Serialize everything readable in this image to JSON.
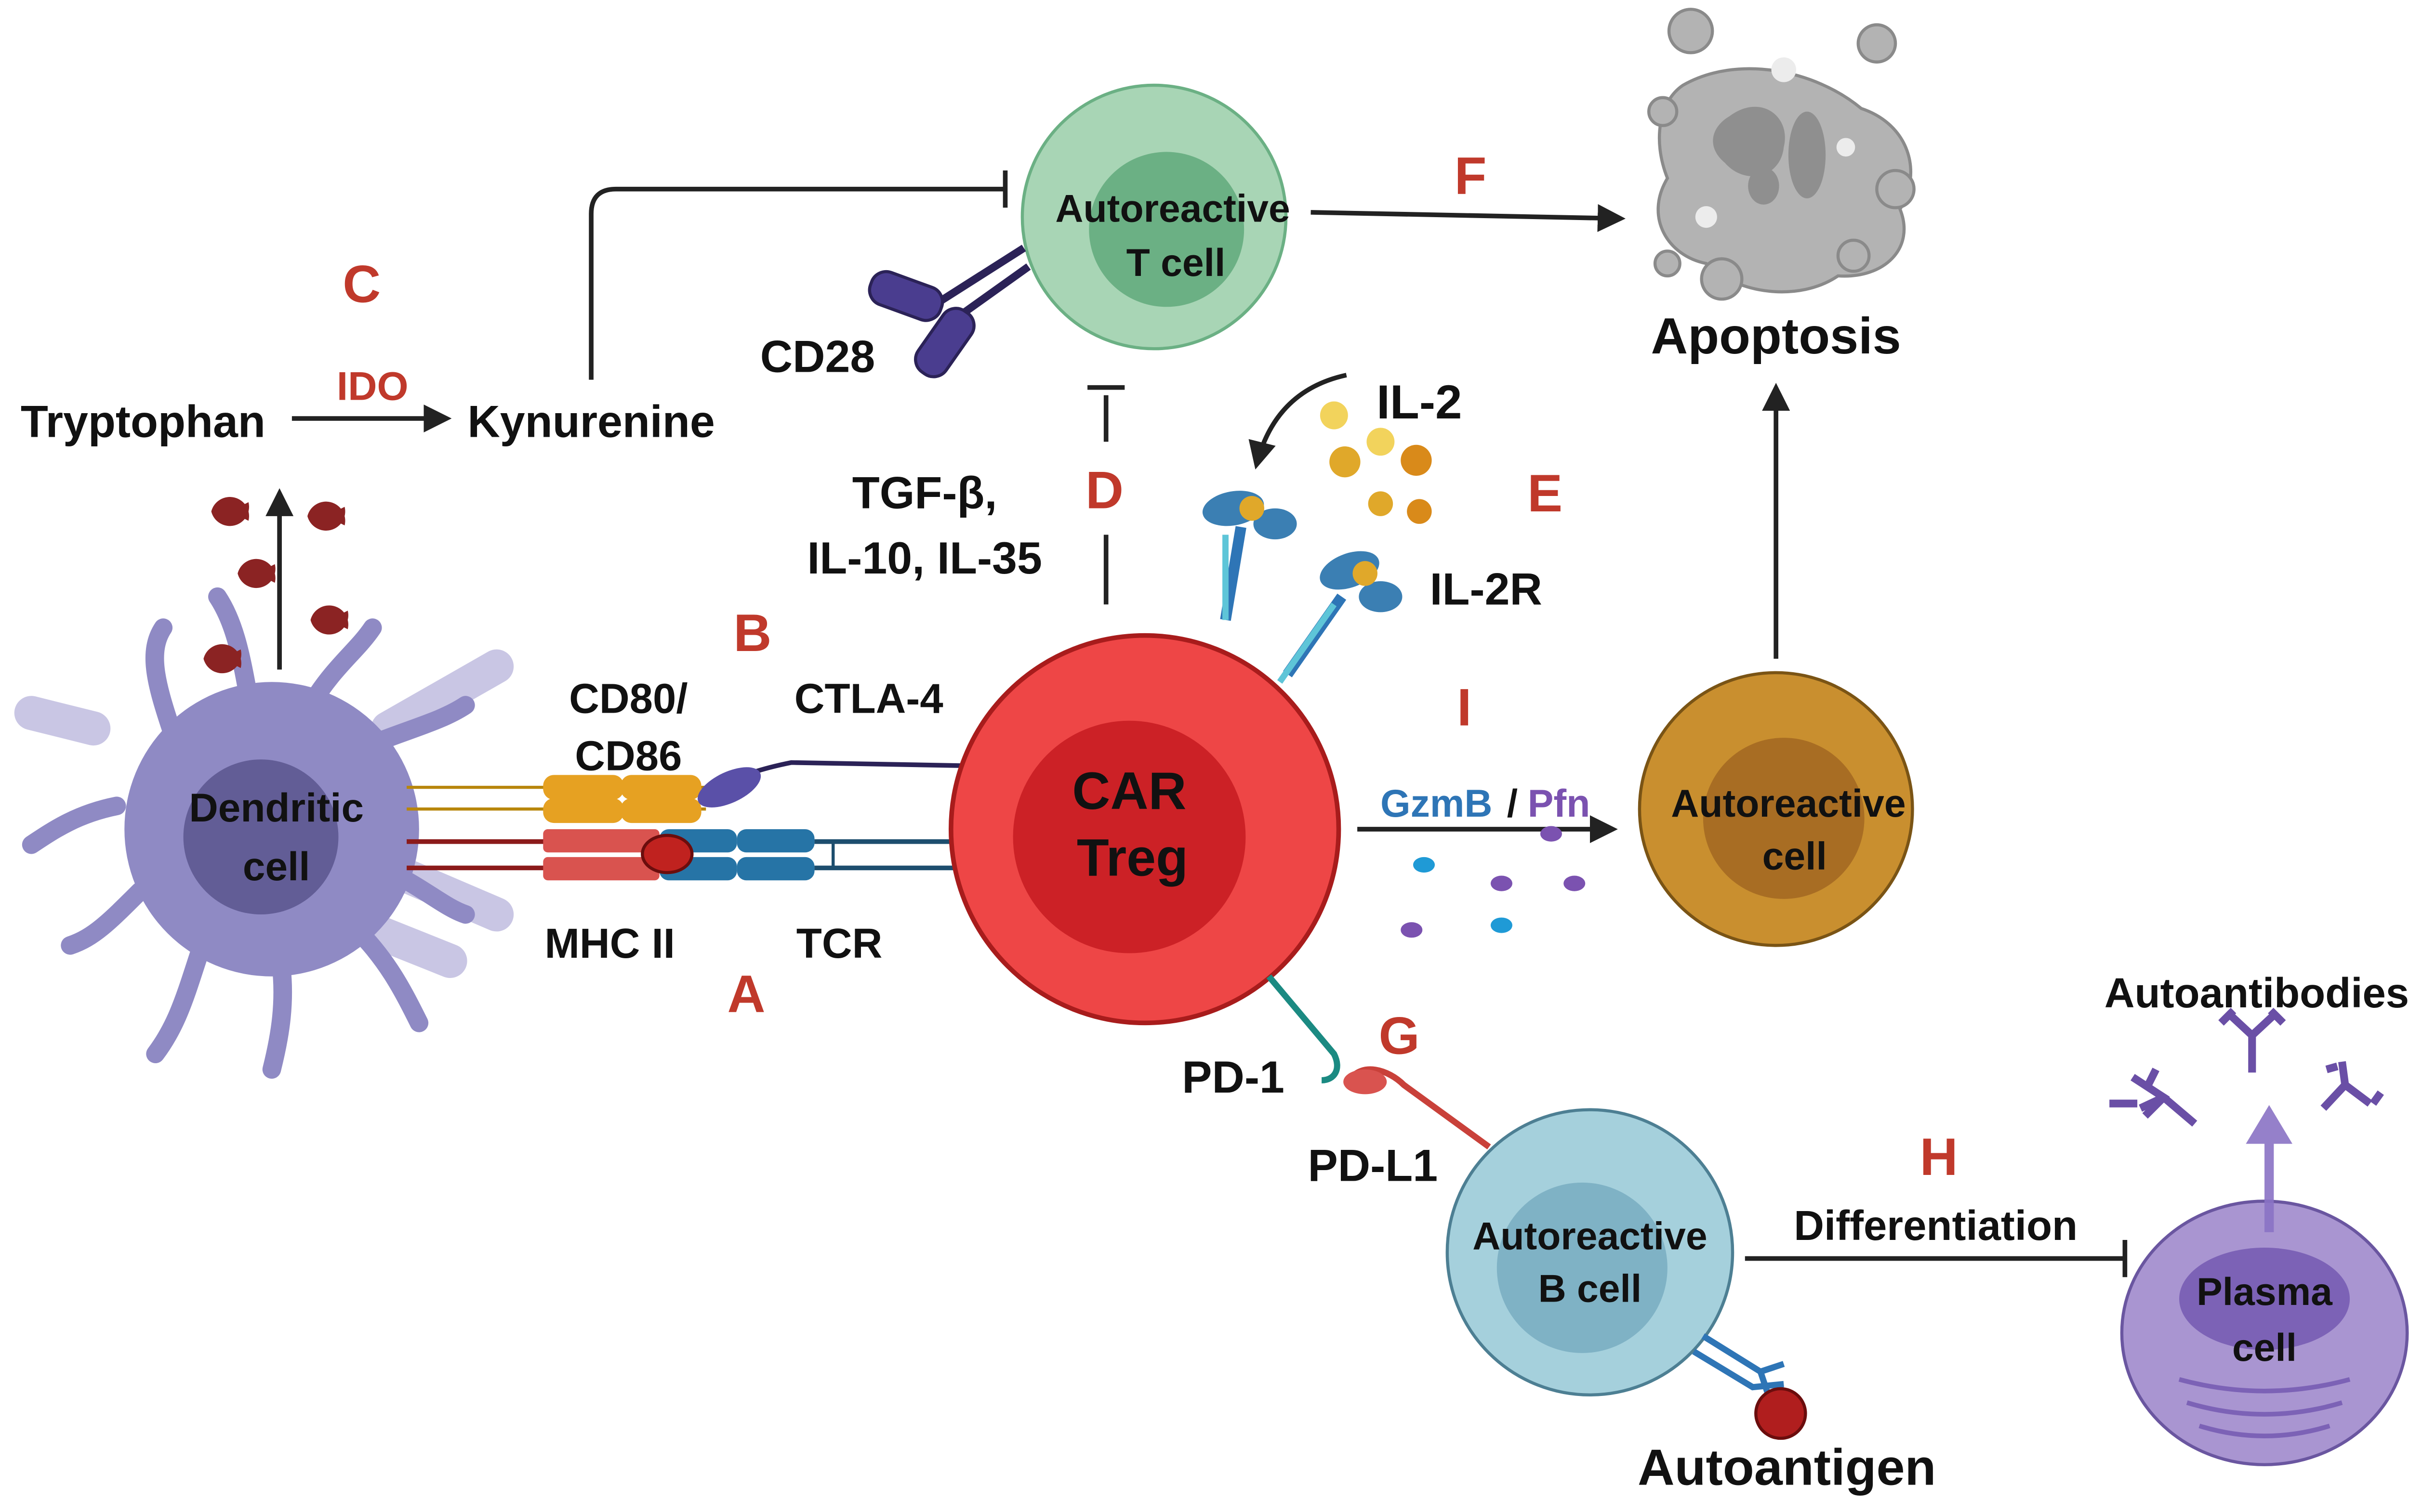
{
  "colors": {
    "dendritic": "#8f8ac4",
    "dendritic_nucleus": "#625d96",
    "treg": "#ee4646",
    "treg_nucleus": "#cc2126",
    "t_cell": "#a8d5b5",
    "t_cell_nucleus": "#6bb084",
    "b_cell": "#a5d0dc",
    "b_cell_nucleus": "#7fb2c5",
    "auto_cell": "#c98f2f",
    "auto_cell_nucleus": "#a86d23",
    "plasma": "#a995d1",
    "letter_red": "#c0392b",
    "gzmb_blue": "#2e75b6",
    "pfn_purple": "#7b52b0",
    "ink": "#111111",
    "apoptosis_gray": "#b3b3b3"
  },
  "letters": {
    "a": "A",
    "b": "B",
    "c": "C",
    "d": "D",
    "e": "E",
    "f": "F",
    "g": "G",
    "h": "H",
    "i": "I"
  },
  "cells": {
    "dendritic_line1": "Dendritic",
    "dendritic_line2": "cell",
    "car_treg_line1": "CAR",
    "car_treg_line2": "Treg",
    "auto_t_line1": "Autoreactive",
    "auto_t_line2": "T cell",
    "auto_cell_line1": "Autoreactive",
    "auto_cell_line2": "cell",
    "auto_b_line1": "Autoreactive",
    "auto_b_line2": "B cell",
    "plasma_line1": "Plasma",
    "plasma_line2": "cell"
  },
  "labels": {
    "tryptophan": "Tryptophan",
    "ido": "IDO",
    "kynurenine": "Kynurenine",
    "cd28": "CD28",
    "cd80_line1": "CD80/",
    "cd80_line2": "CD86",
    "ctla4": "CTLA-4",
    "mhc2": "MHC II",
    "tcr": "TCR",
    "tgf_line1": "TGF-β,",
    "tgf_line2": "IL-10, IL-35",
    "il2": "IL-2",
    "il2r": "IL-2R",
    "apoptosis": "Apoptosis",
    "gzmb": "GzmB",
    "slash": "/",
    "pfn": "Pfn",
    "pd1": "PD-1",
    "pdl1": "PD-L1",
    "differentiation": "Differentiation",
    "autoantigen": "Autoantigen",
    "autoantibodies": "Autoantibodies"
  }
}
